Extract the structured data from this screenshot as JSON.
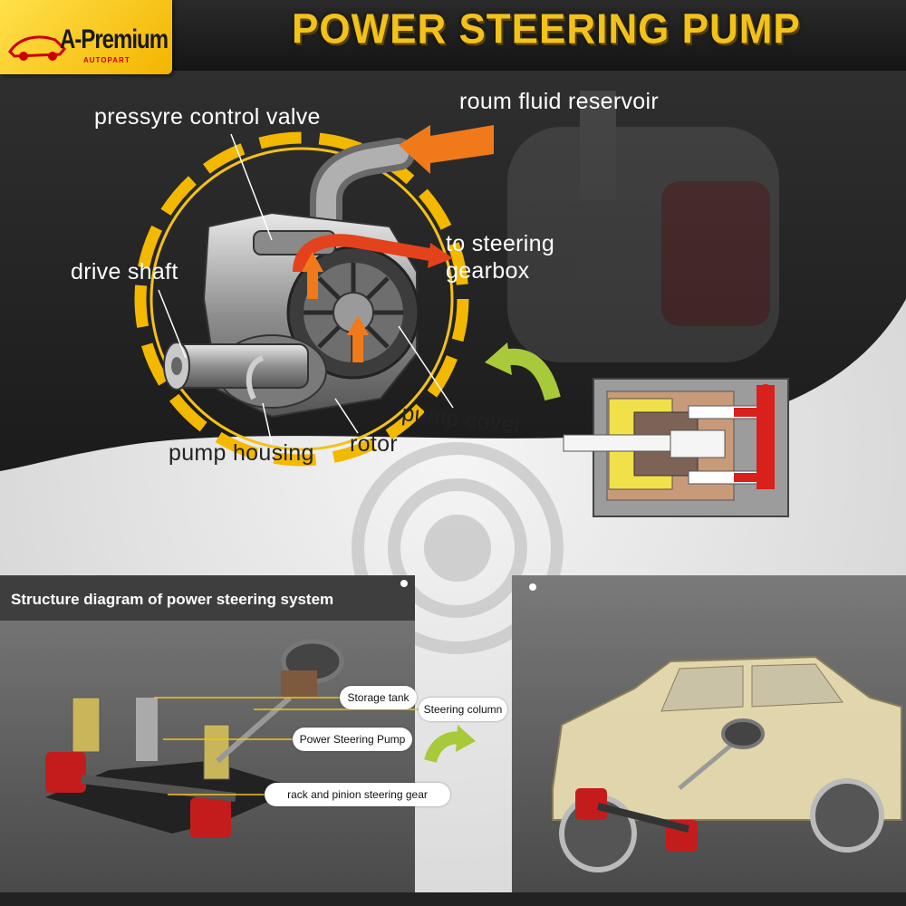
{
  "header": {
    "title": "POWER STEERING PUMP",
    "logo_brand": "A-Premium",
    "logo_sub": "AUTOPART"
  },
  "pump_labels": {
    "from_reservoir": "roum  fluid reservoir",
    "pressure_valve": "pressyre control valve",
    "to_gearbox_1": "to steering",
    "to_gearbox_2": "gearbox",
    "drive_shaft": "drive  shaft",
    "pump_cover": "pump  cover",
    "pump_housing": "pump  housing",
    "rotor": "rotor"
  },
  "system_panel": {
    "title": "Structure diagram of power steering system",
    "callouts": {
      "storage_tank": "Storage tank",
      "steering_column": "Steering column",
      "power_pump": "Power Steering Pump",
      "rack_pinion": "rack and pinion steering gear"
    }
  },
  "colors": {
    "accent_yellow": "#f3c21a",
    "arrow_orange": "#f07a1a",
    "arrow_green": "#a8c93a",
    "fluid_red": "#d8201c"
  }
}
